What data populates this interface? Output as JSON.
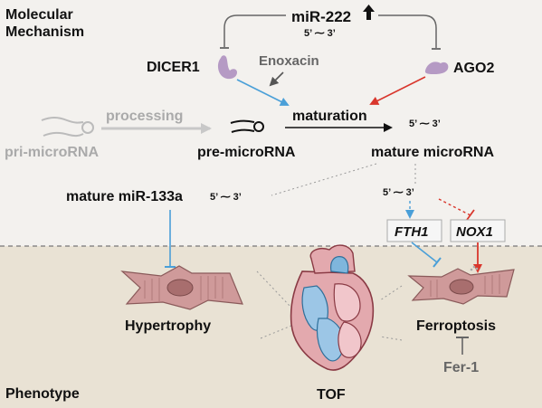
{
  "sections": {
    "mechanism_line1": "Molecular",
    "mechanism_line2": "Mechanism",
    "phenotype": "Phenotype"
  },
  "nodes": {
    "mir222": "miR-222",
    "mir222_strand": "5’ ⁓ 3’",
    "dicer1": "DICER1",
    "ago2": "AGO2",
    "enoxacin": "Enoxacin",
    "processing": "processing",
    "maturation": "maturation",
    "pri_microrna": "pri-microRNA",
    "pre_microrna": "pre-microRNA",
    "mature_microrna": "mature microRNA",
    "mature_microrna_strand": "5’ ⁓ 3’",
    "mature_mir133a": "mature miR-133a",
    "mir133a_strand": "5’ ⁓ 3’",
    "target_strand": "5’ ⁓ 3’",
    "fth1": "FTH1",
    "nox1": "NOX1"
  },
  "phenotypes": {
    "hypertrophy": "Hypertrophy",
    "ferroptosis": "Ferroptosis",
    "fer1": "Fer-1",
    "tof": "TOF"
  },
  "colors": {
    "blue_arrow": "#4a9fd8",
    "red_arrow": "#d9362c",
    "grey_arrow": "#606060",
    "protein": "#b59ac4",
    "cell": "#cf9a9a",
    "phenotype_bg": "#e9e2d4"
  }
}
